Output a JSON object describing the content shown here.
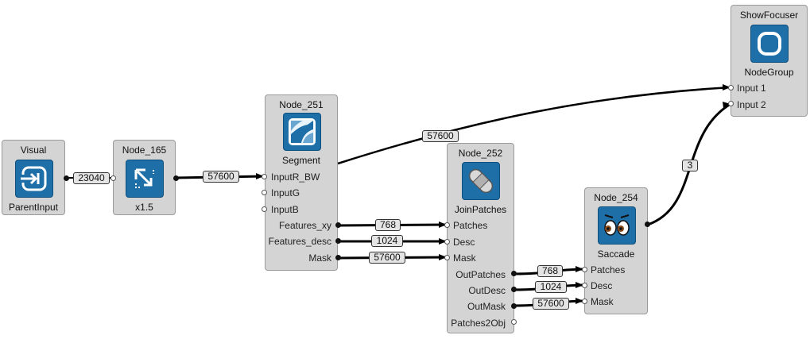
{
  "nodes": {
    "visual": {
      "title": "Visual",
      "subtitle": "ParentInput",
      "icon": "parent-input-icon"
    },
    "node165": {
      "title": "Node_165",
      "subtitle": "x1.5",
      "icon": "resize-icon"
    },
    "node251": {
      "title": "Node_251",
      "subtitle": "Segment",
      "icon": "segment-icon",
      "inputs": [
        "InputR_BW",
        "InputG",
        "InputB"
      ],
      "outputs": [
        "Features_xy",
        "Features_desc",
        "Mask"
      ]
    },
    "node252": {
      "title": "Node_252",
      "subtitle": "JoinPatches",
      "icon": "patch-bandage-icon",
      "inputs": [
        "Patches",
        "Desc",
        "Mask"
      ],
      "outputs": [
        "OutPatches",
        "OutDesc",
        "OutMask",
        "Patches2Obj"
      ]
    },
    "node254": {
      "title": "Node_254",
      "subtitle": "Saccade",
      "icon": "eyes-face-icon",
      "inputs": [
        "Patches",
        "Desc",
        "Mask"
      ]
    },
    "showfocuser": {
      "title": "ShowFocuser",
      "subtitle": "NodeGroup",
      "icon": "ring-icon",
      "inputs": [
        "Input 1",
        "Input 2"
      ]
    }
  },
  "connections": [
    {
      "label": "23040"
    },
    {
      "label": "57600"
    },
    {
      "label": "57600"
    },
    {
      "label": "768"
    },
    {
      "label": "1024"
    },
    {
      "label": "57600"
    },
    {
      "label": "768"
    },
    {
      "label": "1024"
    },
    {
      "label": "57600"
    },
    {
      "label": "3"
    }
  ],
  "colors": {
    "canvas": "#ffffff",
    "node_bg": "#d4d4d4",
    "icon_blue": "#1e6fa8",
    "wire": "#000000"
  }
}
